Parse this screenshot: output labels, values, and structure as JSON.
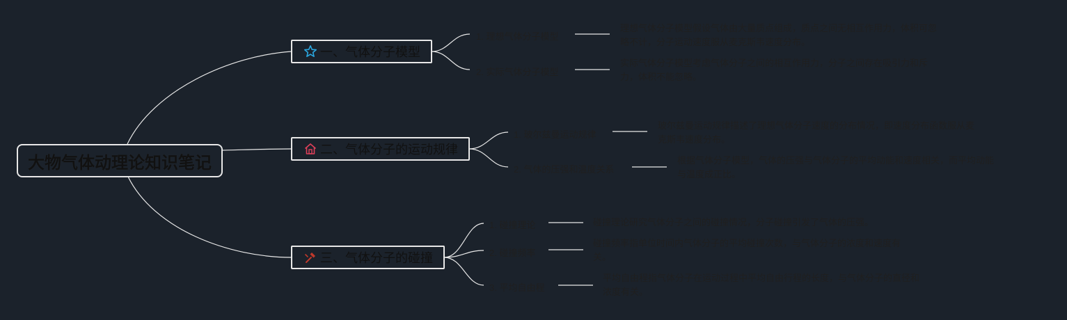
{
  "root": {
    "title": "大物气体动理论知识笔记"
  },
  "topics": [
    {
      "label": "一、气体分子模型",
      "icon": "star-icon",
      "subtopics": [
        {
          "label": "1. 理想气体分子模型",
          "desc_lines": [
            "理想气体分子模型假设气体由大量质点组成，质点之间无相互作用力，体积可忽",
            "略不计，分子运动速度服从麦克斯韦速度分布。"
          ]
        },
        {
          "label": "2. 实际气体分子模型",
          "desc_lines": [
            "实际气体分子模型考虑气体分子之间的相互作用力，分子之间存在吸引力和斥",
            "力，体积不能忽略。"
          ]
        }
      ]
    },
    {
      "label": "二、气体分子的运动规律",
      "icon": "house-icon",
      "subtopics": [
        {
          "label": "1. 玻尔兹曼运动规律",
          "desc_lines": [
            "玻尔兹曼运动规律描述了理想气体分子速度的分布情况，即速度分布函数服从麦",
            "克斯韦速度分布。"
          ]
        },
        {
          "label": "2. 气体的压强和温度关系",
          "desc_lines": [
            "根据气体分子模型，气体的压强与气体分子的平均动能和速度相关，而平均动能",
            "与温度成正比。"
          ]
        }
      ]
    },
    {
      "label": "三、气体分子的碰撞",
      "icon": "hammer-icon",
      "subtopics": [
        {
          "label": "1. 碰撞理论",
          "desc_lines": [
            "碰撞理论研究气体分子之间的碰撞情况，分子碰撞引发了气体的压强。"
          ]
        },
        {
          "label": "2. 碰撞频率",
          "desc_lines": [
            "碰撞频率指单位时间内气体分子的平均碰撞次数，与气体分子的浓度和速度有",
            "关。"
          ]
        },
        {
          "label": "3. 平均自由程",
          "desc_lines": [
            "平均自由程指气体分子在运动过程中平均自由行程的长度，与气体分子的直径和",
            "浓度有关。"
          ]
        }
      ]
    }
  ],
  "colors": {
    "background": "#1b222b",
    "line": "#e8e8e8",
    "star": "#2aa7e0",
    "house": "#e0405a",
    "hammer": "#c0392b"
  }
}
